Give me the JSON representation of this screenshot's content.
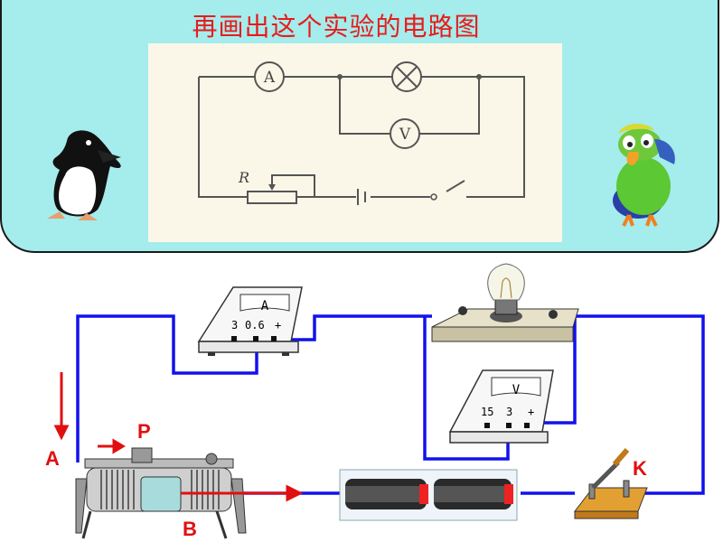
{
  "title": "再画出这个实验的电路图",
  "schematic": {
    "ammeter_symbol": "A",
    "voltmeter_symbol": "V",
    "rheostat_label": "R"
  },
  "ammeter": {
    "face": "A",
    "terminals": [
      "3",
      "0.6",
      "+"
    ]
  },
  "voltmeter": {
    "face": "V",
    "terminals": [
      "15",
      "3",
      "+"
    ]
  },
  "labels": {
    "a": "A",
    "b": "B",
    "p": "P",
    "k": "K"
  },
  "colors": {
    "panel": "#a5ecec",
    "title": "#e81b1b",
    "wire": "#1111ee",
    "label": "#e01010",
    "arrow": "#e01010"
  },
  "icons": [
    "penguin-icon",
    "parrot-icon",
    "light-bulb-icon",
    "battery-icon",
    "knife-switch-icon",
    "rheostat-icon"
  ]
}
